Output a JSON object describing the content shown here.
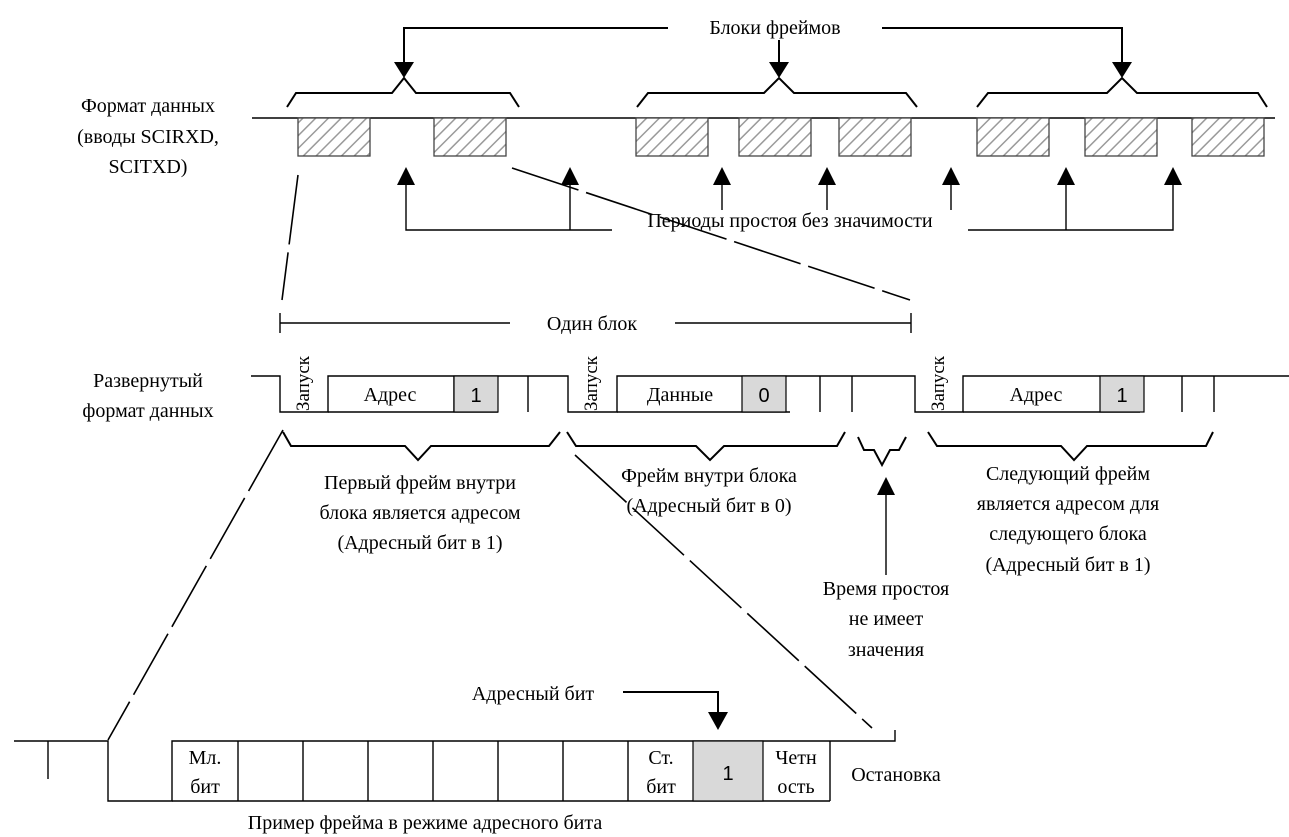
{
  "labels": {
    "frame_blocks": "Блоки фреймов",
    "data_format_line1": "Формат данных",
    "data_format_line2": "(вводы SCIRXD,",
    "data_format_line3": "SCITXD)",
    "idle_periods": "Периоды простоя без значимости",
    "one_block": "Один блок",
    "expanded_line1": "Развернутый",
    "expanded_line2": "формат данных",
    "start": "Запуск",
    "address": "Адрес",
    "data": "Данные",
    "bit_one": "1",
    "bit_zero": "0",
    "first_frame_line1": "Первый фрейм внутри",
    "first_frame_line2": "блока является адресом",
    "first_frame_line3": "(Адресный бит в 1)",
    "inner_frame_line1": "Фрейм внутри блока",
    "inner_frame_line2": "(Адресный бит в 0)",
    "next_frame_line1": "Следующий фрейм",
    "next_frame_line2": "является адресом для",
    "next_frame_line3": "следующего блока",
    "next_frame_line4": "(Адресный бит в 1)",
    "idle_time_line1": "Время простоя",
    "idle_time_line2": "не имеет",
    "idle_time_line3": "значения",
    "address_bit": "Адресный бит",
    "lsb_line1": "Мл.",
    "lsb_line2": "бит",
    "msb_line1": "Ст.",
    "msb_line2": "бит",
    "parity_line1": "Четн",
    "parity_line2": "ость",
    "stop": "Остановка",
    "example_caption": "Пример фрейма в режиме адресного бита"
  }
}
